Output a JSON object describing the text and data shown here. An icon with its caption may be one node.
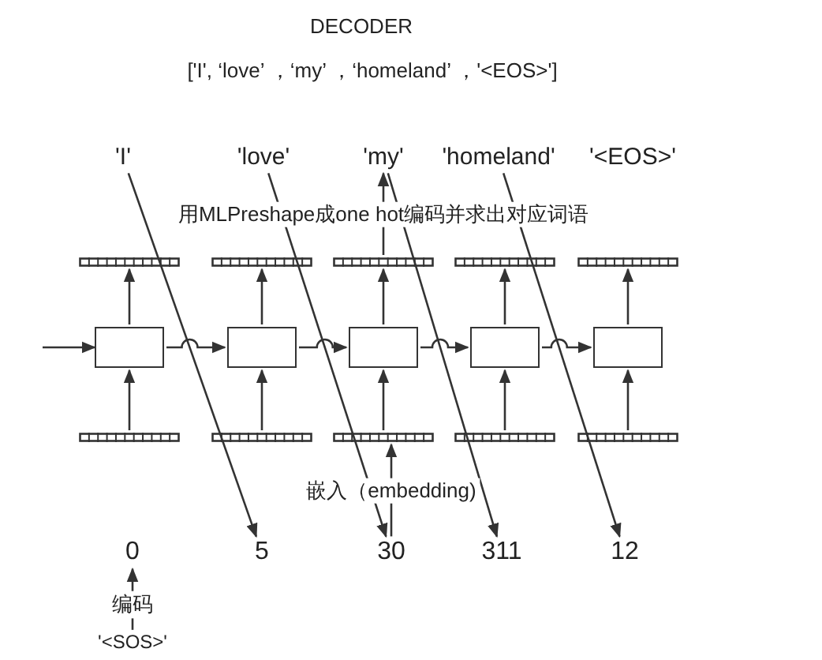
{
  "diagram": {
    "title": "DECODER",
    "nodes": [
      {
        "text": [
          "'I'"
        ]
      },
      {
        "text": [
          "'love'"
        ]
      },
      {
        "text": [
          "'my'"
        ]
      },
      {
        "text": [
          "'homeland'"
        ]
      },
      {
        "text": [
          "'<EOS>'"
        ]
      },
      {
        "text": [],
        "shape": "bar"
      },
      {
        "text": [],
        "shape": "bar"
      },
      {
        "text": [],
        "shape": "bar"
      },
      {
        "text": [],
        "shape": "bar"
      },
      {
        "text": [],
        "shape": "bar"
      },
      {
        "text": [],
        "shape": "box"
      },
      {
        "text": [],
        "shape": "box"
      },
      {
        "text": [],
        "shape": "box"
      },
      {
        "text": [],
        "shape": "box"
      },
      {
        "text": [],
        "shape": "box"
      },
      {
        "text": [],
        "shape": "bar"
      },
      {
        "text": [],
        "shape": "bar"
      },
      {
        "text": [],
        "shape": "bar"
      },
      {
        "text": [],
        "shape": "bar"
      },
      {
        "text": [],
        "shape": "bar"
      },
      {
        "text": [
          "0"
        ]
      },
      {
        "text": [
          "5"
        ]
      },
      {
        "text": [
          "30"
        ]
      },
      {
        "text": [
          "311"
        ]
      },
      {
        "text": [
          "12"
        ]
      },
      {
        "text": [
          "编码"
        ]
      },
      {
        "text": [
          "'<SOS>'"
        ]
      }
    ],
    "edges": [
      {
        "from": 0,
        "to": 21,
        "arrow": "to"
      },
      {
        "from": 1,
        "to": 22,
        "arrow": "to"
      },
      {
        "from": 2,
        "to": 23,
        "arrow": "to"
      },
      {
        "from": 3,
        "to": 24,
        "arrow": "to"
      },
      {
        "from": null,
        "to": 10,
        "arrow": "to"
      },
      {
        "from": 10,
        "to": 11,
        "arrow": "to"
      },
      {
        "from": 11,
        "to": 12,
        "arrow": "to"
      },
      {
        "from": 12,
        "to": 13,
        "arrow": "to"
      },
      {
        "from": 13,
        "to": 14,
        "arrow": "to"
      },
      {
        "from": 15,
        "to": 10,
        "arrow": "to"
      },
      {
        "from": 16,
        "to": 11,
        "arrow": "to"
      },
      {
        "from": 17,
        "to": 12,
        "arrow": "to"
      },
      {
        "from": 18,
        "to": 13,
        "arrow": "to"
      },
      {
        "from": 19,
        "to": 14,
        "arrow": "to"
      },
      {
        "from": 10,
        "to": 5,
        "arrow": "to"
      },
      {
        "from": 11,
        "to": 6,
        "arrow": "to"
      },
      {
        "from": 12,
        "to": 7,
        "arrow": "to"
      },
      {
        "from": 13,
        "to": 8,
        "arrow": "to"
      },
      {
        "from": 14,
        "to": 9,
        "arrow": "to"
      },
      {
        "from": 7,
        "to": 2,
        "arrow": "to",
        "label": "用MLPreshape成one hot编码并求出对应词语"
      },
      {
        "from": 22,
        "to": 17,
        "arrow": "to",
        "label": "嵌入（embedding)"
      },
      {
        "from": 25,
        "to": 20,
        "arrow": "to"
      },
      {
        "from": 26,
        "to": 25,
        "arrow": "none"
      }
    ],
    "labels": [
      "['I', ‘love’ ，‘my’ ，‘homeland’ ，'<EOS>']"
    ]
  }
}
